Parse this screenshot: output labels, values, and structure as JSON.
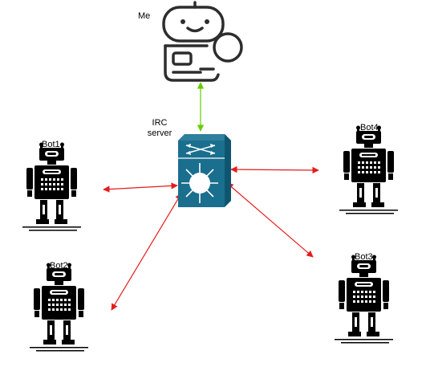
{
  "labels": {
    "me": "Me",
    "irc_line1": "IRC",
    "irc_line2": "server",
    "bot1": "Bot1",
    "bot2": "Bot2",
    "bot3": "Bot3",
    "bot4": "Bot4"
  },
  "nodes": {
    "me": {
      "icon": "chatbot-support-icon"
    },
    "irc_server": {
      "icon": "layer3-switch-icon"
    },
    "bots": [
      {
        "id": "bot1",
        "icon": "robot-icon"
      },
      {
        "id": "bot2",
        "icon": "robot-icon"
      },
      {
        "id": "bot3",
        "icon": "robot-icon"
      },
      {
        "id": "bot4",
        "icon": "robot-icon"
      }
    ]
  },
  "edges": [
    {
      "from": "me",
      "to": "irc_server",
      "color": "#66cc00",
      "arrows": "both"
    },
    {
      "from": "irc_server",
      "to": "bot1",
      "color": "#e51c1c",
      "arrows": "both"
    },
    {
      "from": "irc_server",
      "to": "bot2",
      "color": "#e51c1c",
      "arrows": "both"
    },
    {
      "from": "irc_server",
      "to": "bot3",
      "color": "#e51c1c",
      "arrows": "both"
    },
    {
      "from": "irc_server",
      "to": "bot4",
      "color": "#e51c1c",
      "arrows": "both"
    }
  ],
  "colors": {
    "server_fill": "#1a6e8e",
    "server_dark": "#0e5570",
    "robot": "#000000",
    "me_stroke": "#2d2d2d"
  }
}
